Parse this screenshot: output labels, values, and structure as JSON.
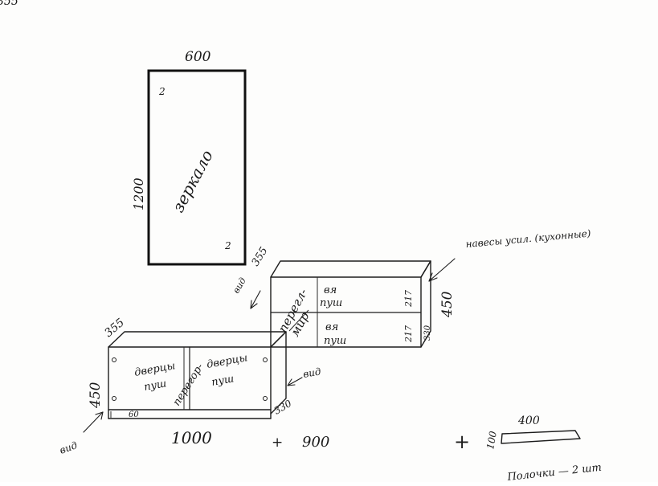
{
  "sketch": {
    "corner_mark": "355",
    "mirror": {
      "width": "600",
      "height": "1200",
      "label": "зеркало",
      "corner_mark_top": "2",
      "corner_mark_bottom": "2"
    },
    "upper_unit": {
      "depth": "355",
      "height": "450",
      "drawer_top_label": [
        "вя",
        "пуш"
      ],
      "drawer_bottom_label": [
        "вя",
        "пуш"
      ],
      "drawer_top_dim": "217",
      "drawer_bottom_dim": "217",
      "side_dim": "330",
      "shelf_label": [
        "перегл-",
        "мир"
      ],
      "hinge_note": "навесы усил. (кухонные)",
      "view_label": "вид"
    },
    "lower_unit": {
      "depth": "355",
      "height": "450",
      "door_left_label": [
        "дверцы",
        "пуш"
      ],
      "door_right_label": [
        "дверцы",
        "пуш"
      ],
      "partition_label": "перегор-",
      "leg_mark": "60",
      "side_dim": "330",
      "view_label": "вид"
    },
    "bottom_view_label": "вид",
    "widths": {
      "first": "1000",
      "plus1": "+",
      "second": "900",
      "plus2": "+"
    },
    "shelf_piece": {
      "length": "400",
      "thickness": "100"
    },
    "footnote": "Полочки — 2 шт"
  }
}
